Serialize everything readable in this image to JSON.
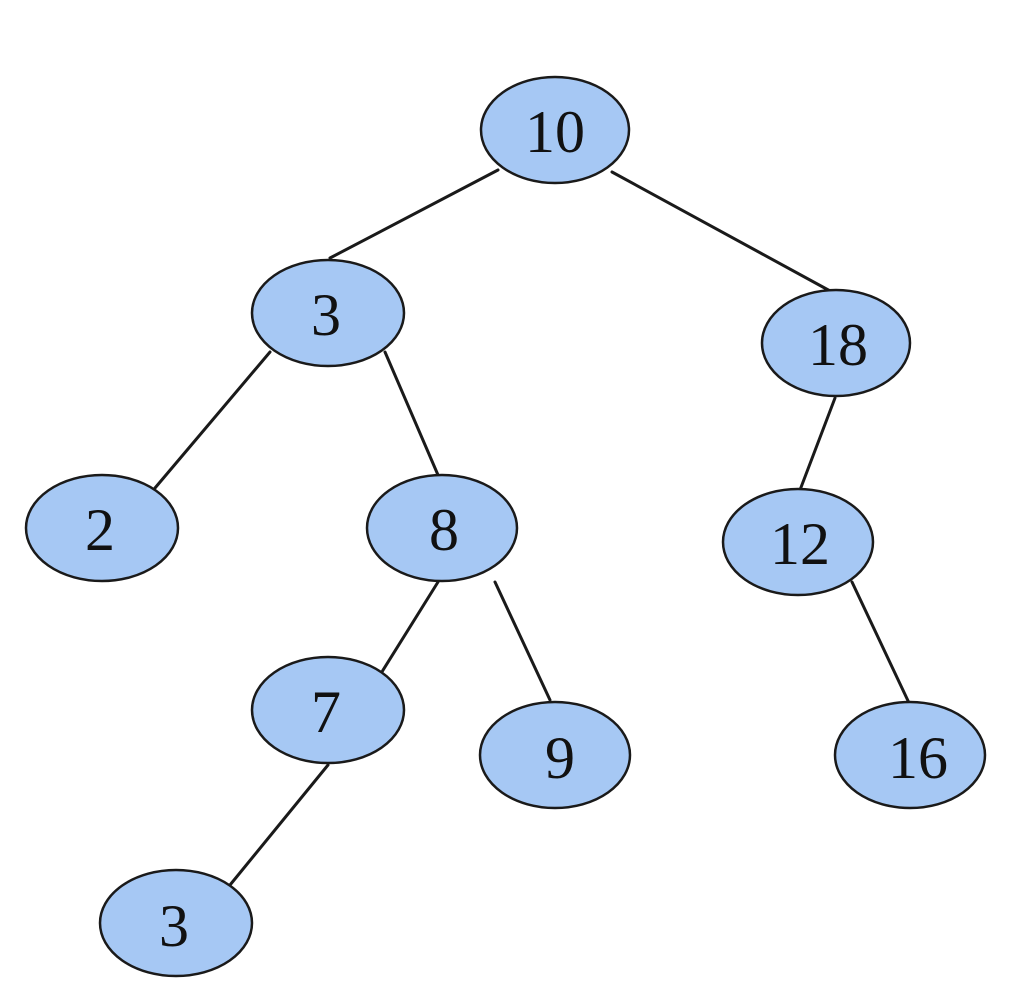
{
  "style": {
    "node_fill": "#a6c8f4",
    "node_stroke": "#1a1a1a",
    "edge_color": "#1a1a1a",
    "background": "#ffffff"
  },
  "tree": {
    "root": {
      "value": "10",
      "left": {
        "value": "3",
        "left": {
          "value": "2"
        },
        "right": {
          "value": "8",
          "left": {
            "value": "7",
            "left": {
              "value": "3"
            }
          },
          "right": {
            "value": "9"
          }
        }
      },
      "right": {
        "value": "18",
        "left": {
          "value": "12",
          "right": {
            "value": "16"
          }
        }
      }
    }
  }
}
